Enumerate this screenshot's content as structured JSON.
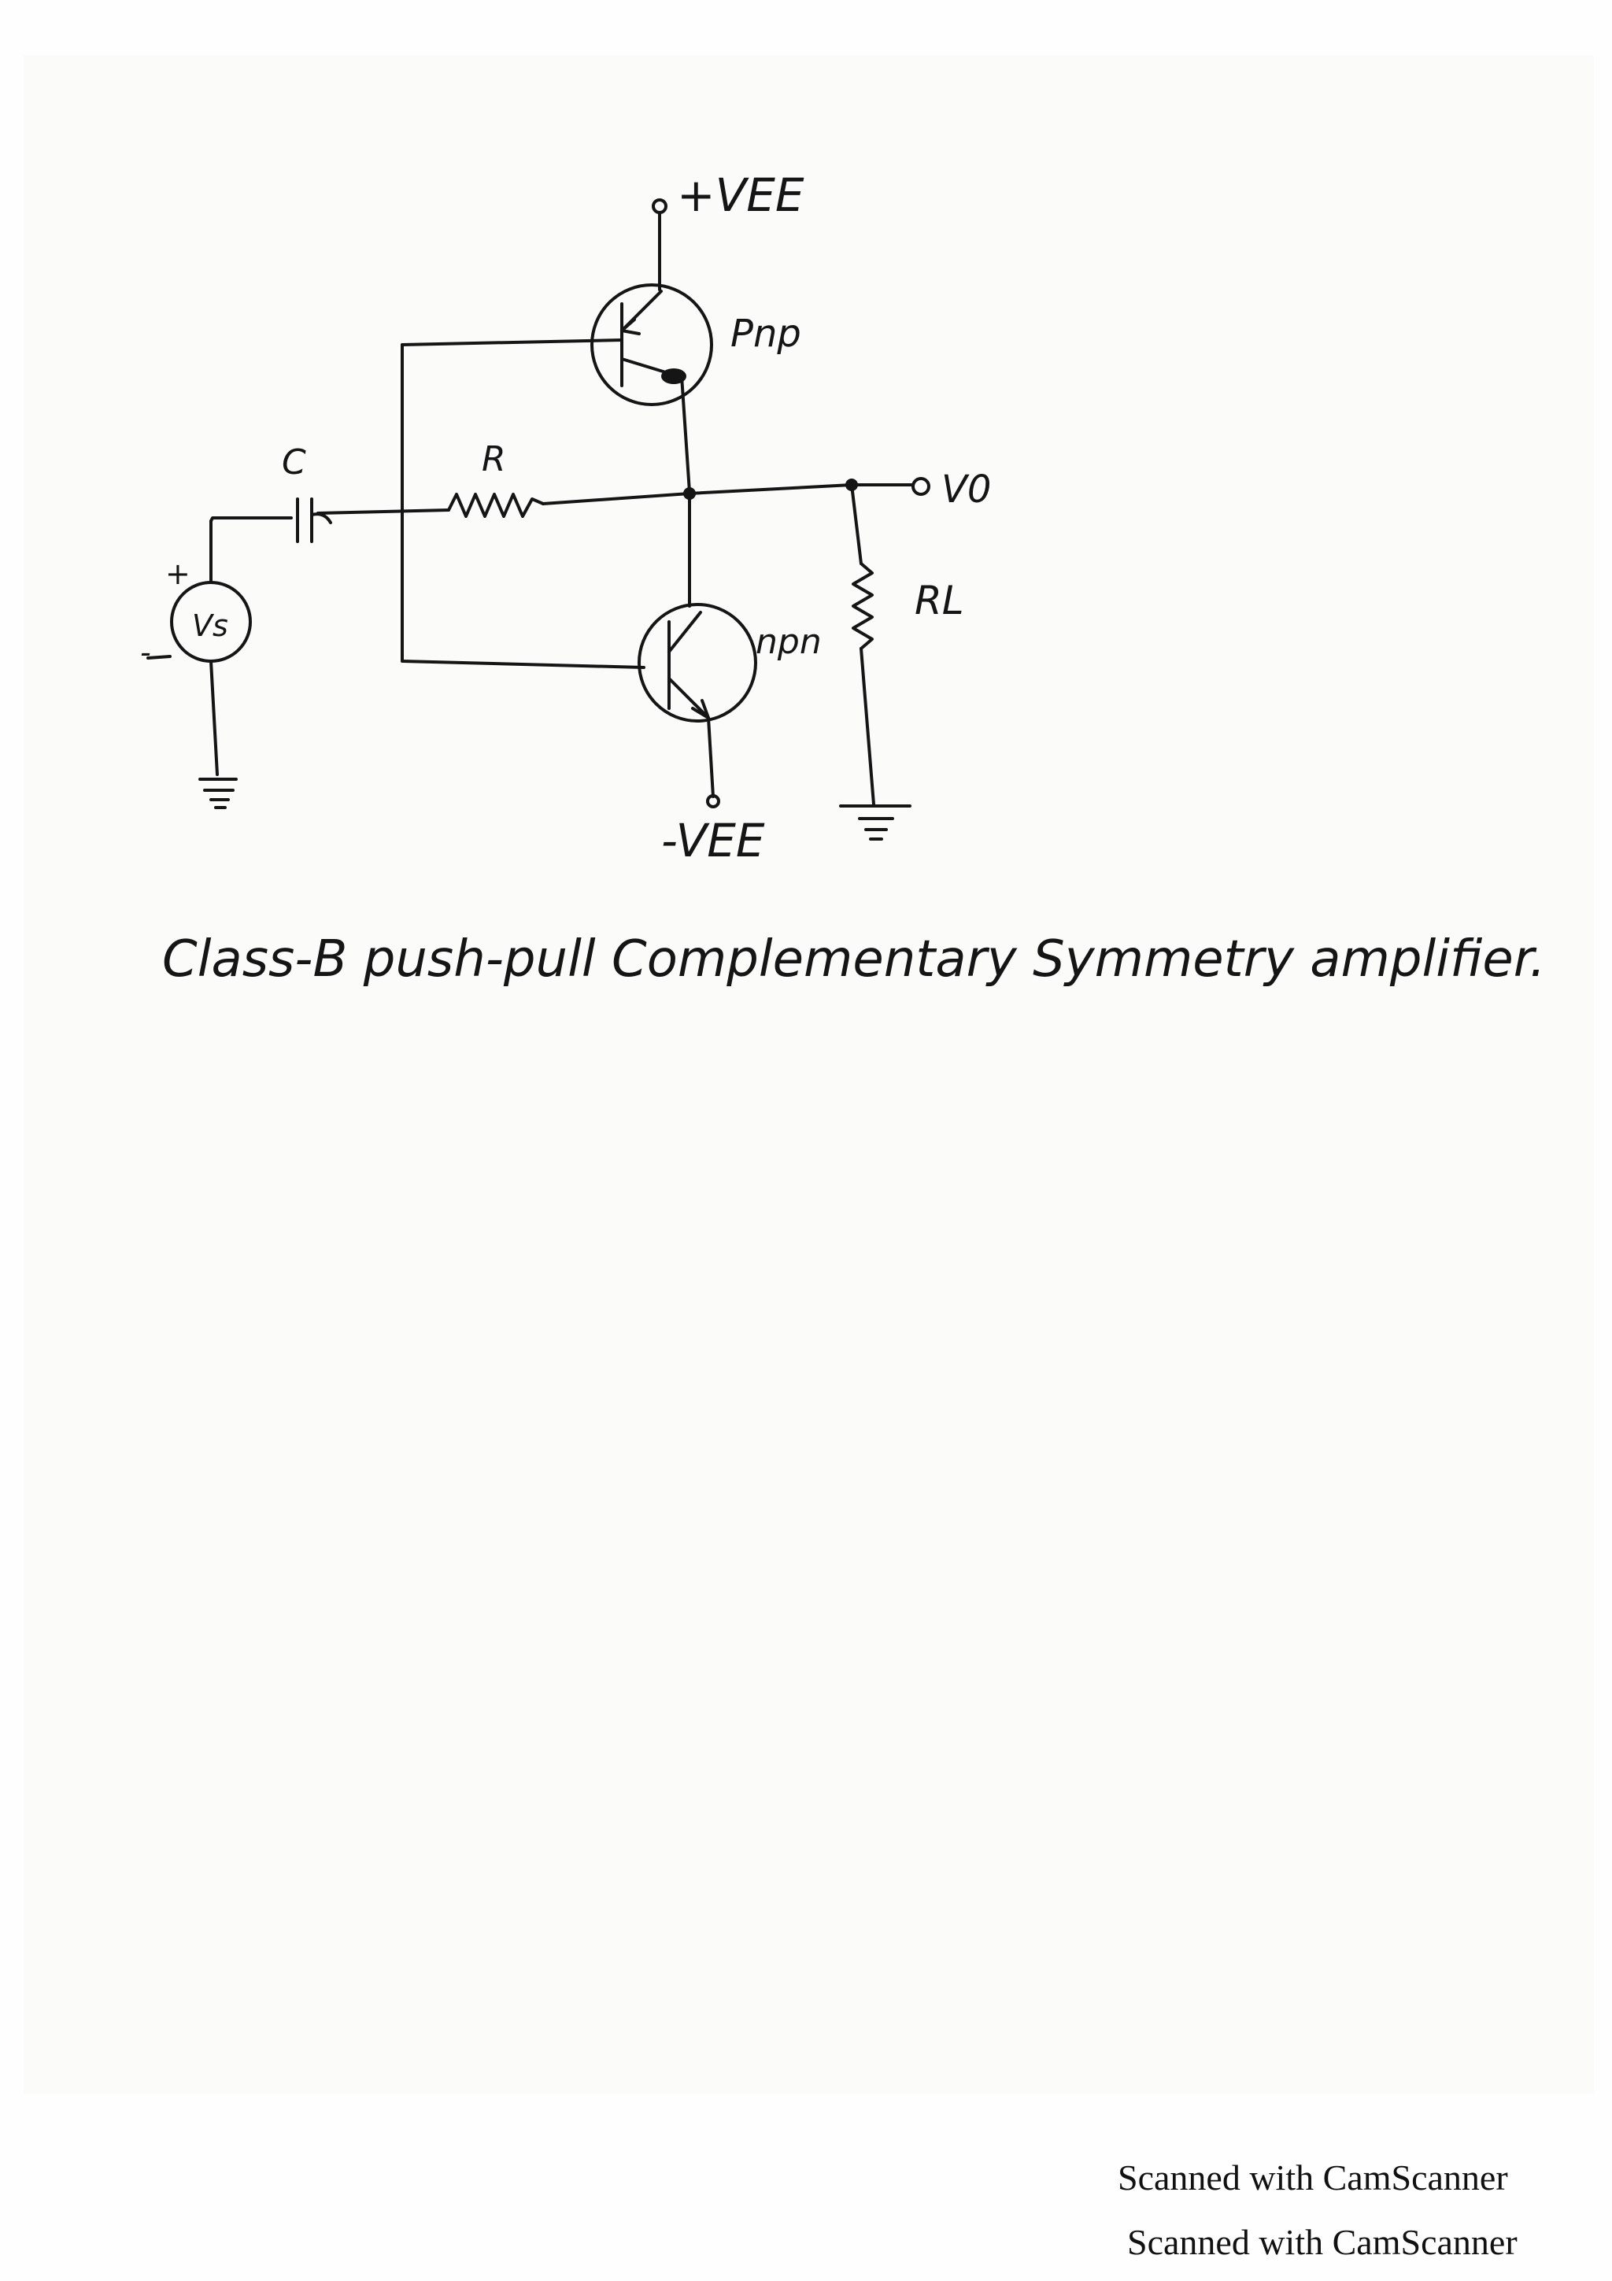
{
  "diagram": {
    "labels": {
      "supply_positive": "+VEE",
      "supply_negative": "-VEE",
      "upper_transistor": "Pnp",
      "lower_transistor": "npn",
      "bias_resistor": "R",
      "coupling_capacitor": "C",
      "load_resistor": "RL",
      "source": "Vs",
      "output": "V0",
      "source_plus": "+",
      "source_minus": "-"
    },
    "caption": "Class-B push-pull Complementary Symmetry amplifier."
  },
  "footer": {
    "watermark_1": "Scanned with CamScanner",
    "watermark_2": "Scanned with CamScanner"
  }
}
